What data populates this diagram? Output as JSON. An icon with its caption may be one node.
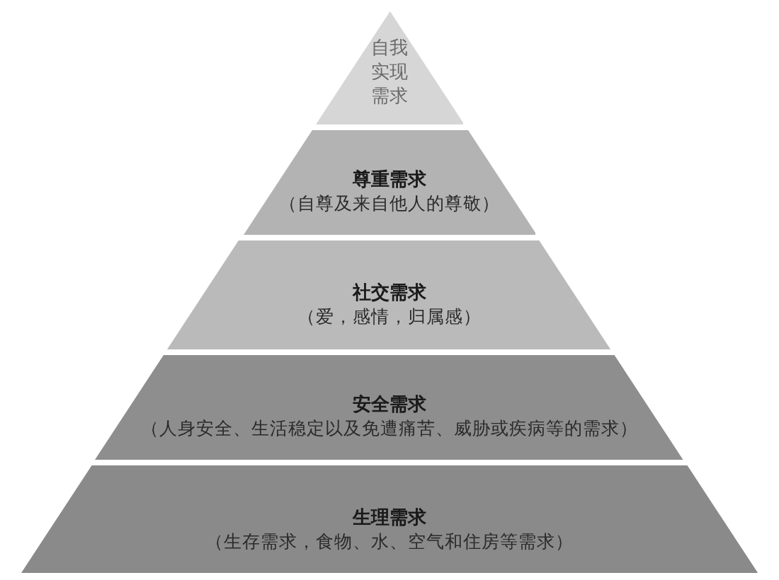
{
  "diagram": {
    "nodes": [
      {
        "text": [
          "自我实现需求"
        ]
      },
      {
        "text": [
          "尊重需求",
          "（自尊及来自他人的尊敬）"
        ]
      },
      {
        "text": [
          "社交需求",
          "（爱，感情，归属感）"
        ]
      },
      {
        "text": [
          "安全需求",
          "（人身安全、生活稳定以及免遭痛苦、威胁或疾病等的需求）"
        ]
      },
      {
        "text": [
          "生理需求",
          "（生存需求，食物、水、空气和住房等需求）"
        ]
      }
    ]
  }
}
